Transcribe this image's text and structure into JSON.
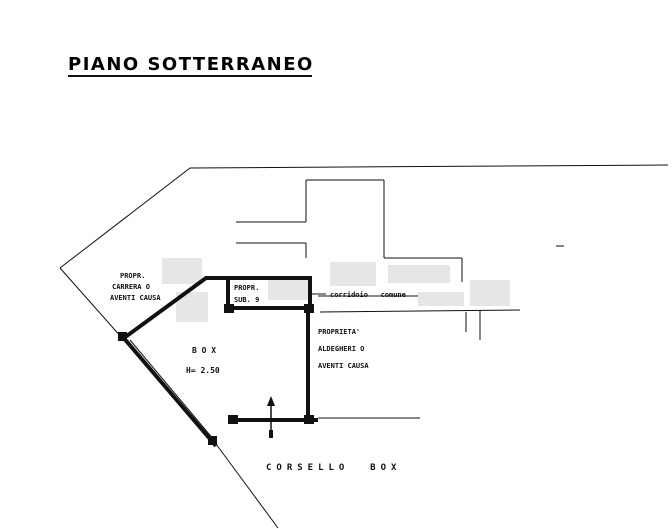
{
  "title": "PIANO SOTTERRANEO",
  "labels": {
    "propr_carrera": [
      "PROPR.",
      "CARRERA O",
      "AVENTI CAUSA"
    ],
    "propr_sub": [
      "PROPR.",
      "SUB. 9"
    ],
    "corridoio": "corridoio   comune",
    "proprieta": [
      "PROPRIETA'",
      "ALDEGHERI O",
      "AVENTI CAUSA"
    ],
    "box": "B O X",
    "height": "H= 2.50",
    "corsello": "CORSELLO  BOX"
  },
  "colors": {
    "ink": "#111111",
    "redaction": "#e6e6e6"
  }
}
